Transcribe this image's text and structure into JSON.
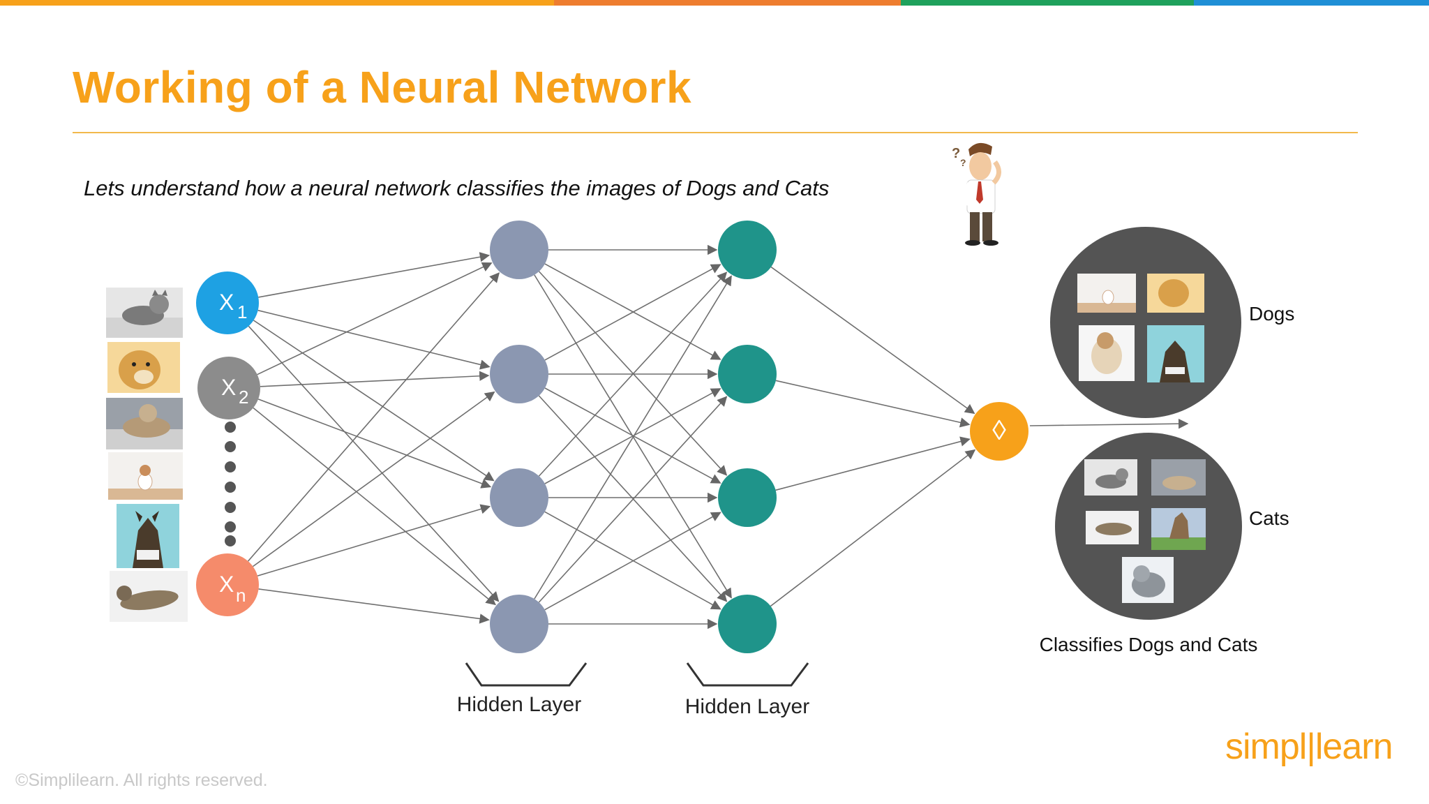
{
  "slide": {
    "title": "Working of a Neural Network",
    "subtitle": "Lets understand how a neural network classifies the images of Dogs and Cats",
    "footer": "©Simplilearn. All rights reserved.",
    "logo_text_left": "simpl",
    "logo_text_right": "learn"
  },
  "colors": {
    "accent": "#f7a11a",
    "bar": [
      "#f7a11a",
      "#ee7d2f",
      "#1fa15c",
      "#1f8fd6"
    ],
    "input_x1": "#1ea1e3",
    "input_x2": "#8c8c8c",
    "input_xn": "#f58b6b",
    "hidden1": "#8b97b1",
    "hidden2": "#1f948a",
    "output": "#f7a11a",
    "cluster": "#545454"
  },
  "network": {
    "inputs": [
      {
        "var": "X",
        "sub": "1"
      },
      {
        "var": "X",
        "sub": "2"
      },
      {
        "var": "X",
        "sub": "n"
      }
    ],
    "output_symbol": "◊",
    "hidden_labels": [
      "Hidden Layer",
      "Hidden Layer"
    ]
  },
  "classes": {
    "dogs": "Dogs",
    "cats": "Cats",
    "caption": "Classifies Dogs and Cats"
  },
  "icons": {
    "person": "confused-person-icon",
    "input_images": [
      "cat-photo",
      "dog-photo",
      "cat-photo",
      "dog-photo",
      "dog-photo",
      "cat-photo"
    ]
  }
}
